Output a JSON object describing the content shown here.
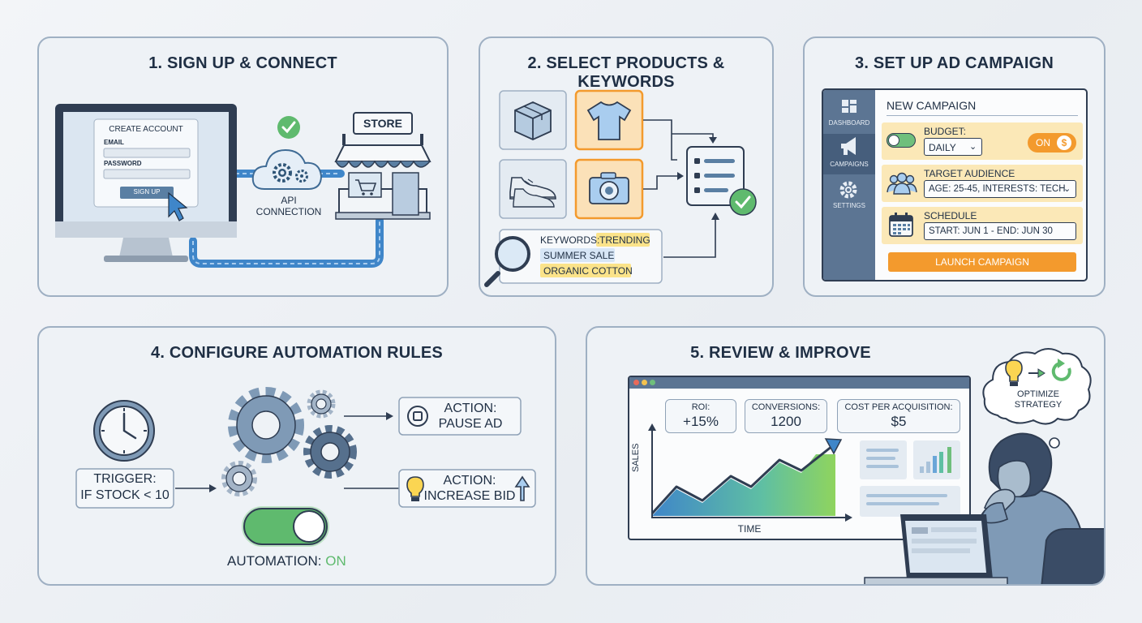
{
  "panel1": {
    "title": "1. SIGN UP & CONNECT",
    "form_title": "CREATE ACCOUNT",
    "email_label": "EMAIL",
    "password_label": "PASSWORD",
    "signup_button": "SIGN UP",
    "api_label_1": "API",
    "api_label_2": "CONNECTION",
    "store_sign": "STORE"
  },
  "panel2": {
    "title": "2. SELECT PRODUCTS & KEYWORDS",
    "keywords_label": "KEYWORDS:",
    "keywords": [
      "TRENDING",
      "SUMMER SALE",
      "ORGANIC COTTON"
    ]
  },
  "panel3": {
    "title": "3. SET UP AD CAMPAIGN",
    "sidebar": [
      {
        "label": "DASHBOARD",
        "icon": "dashboard-icon"
      },
      {
        "label": "CAMPAIGNS",
        "icon": "megaphone-icon"
      },
      {
        "label": "SETTINGS",
        "icon": "gear-icon"
      }
    ],
    "form_title": "NEW CAMPAIGN",
    "budget_label": "BUDGET:",
    "budget_value": "DAILY",
    "budget_toggle": "ON",
    "audience_label": "TARGET AUDIENCE",
    "audience_value": "AGE: 25-45, INTERESTS: TECH",
    "schedule_label": "SCHEDULE",
    "schedule_value": "START: JUN 1 - END: JUN 30",
    "launch_button": "LAUNCH CAMPAIGN"
  },
  "panel4": {
    "title": "4. CONFIGURE AUTOMATION RULES",
    "trigger_1": "TRIGGER:",
    "trigger_2": "IF STOCK < 10",
    "action1_1": "ACTION:",
    "action1_2": "PAUSE AD",
    "action2_1": "ACTION:",
    "action2_2": "INCREASE BID",
    "automation_label": "AUTOMATION:",
    "automation_state": "ON"
  },
  "panel5": {
    "title": "5. REVIEW & IMPROVE",
    "metrics": [
      {
        "label": "ROI:",
        "value": "+15%"
      },
      {
        "label": "CONVERSIONS:",
        "value": "1200"
      },
      {
        "label": "COST PER ACQUISITION:",
        "value": "$5"
      }
    ],
    "y_axis": "SALES",
    "x_axis": "TIME",
    "thought_1": "OPTIMIZE",
    "thought_2": "STRATEGY"
  },
  "colors": {
    "navy": "#1f2f44",
    "accent_orange": "#f39a2d",
    "accent_green": "#5fba6e",
    "panel_border": "#9fb0c3",
    "keyword_yellow": "#fbe38a",
    "keyword_blue": "#d7e6f6",
    "link_blue": "#3f86c9"
  }
}
